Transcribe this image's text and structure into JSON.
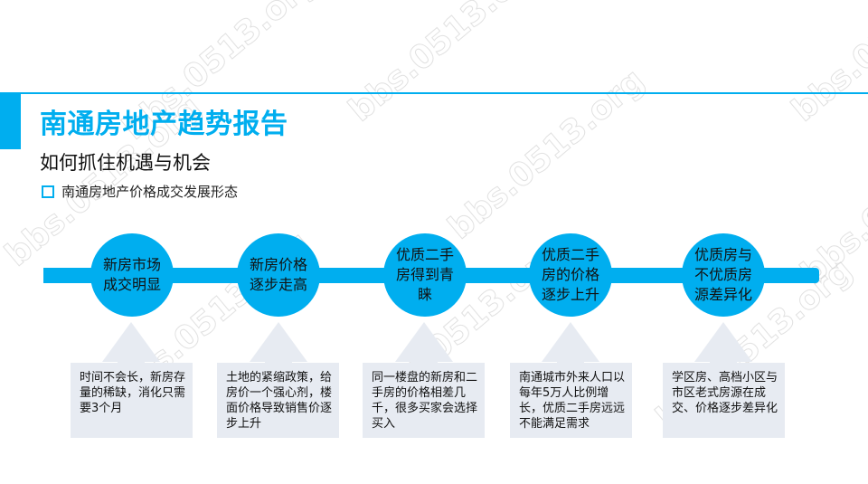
{
  "header": {
    "title": "南通房地产趋势报告",
    "subtitle": "如何抓住机遇与机会",
    "section": "南通房地产价格成交发展形态"
  },
  "colors": {
    "accent": "#00aeef",
    "box_bg": "#e7ebf2",
    "text": "#111111"
  },
  "timeline": [
    {
      "label": "新房市场成交明显",
      "desc": "时间不会长，新房存量的稀缺，消化只需要3个月"
    },
    {
      "label": "新房价格逐步走高",
      "desc": "土地的紧缩政策，给房价一个强心剂，楼面价格导致销售价逐步上升"
    },
    {
      "label": "优质二手房得到青睐",
      "desc": "同一楼盘的新房和二手房的价格相差几千，很多买家会选择买入"
    },
    {
      "label": "优质二手房的价格逐步上升",
      "desc": "南通城市外来人口以每年5万人比例增长，优质二手房远远不能满足需求"
    },
    {
      "label": "优质房与不优质房源差异化",
      "desc": "学区房、高档小区与市区老式房源在成交、价格逐步差异化"
    }
  ],
  "watermark": "bbs.0513.org"
}
